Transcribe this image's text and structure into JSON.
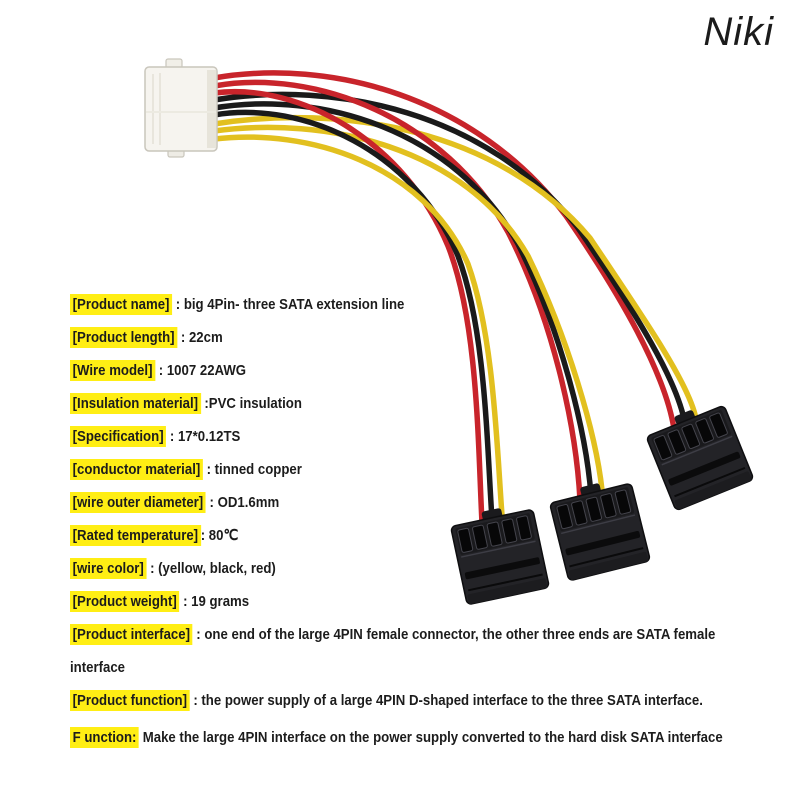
{
  "brand": "Niki",
  "specs": [
    {
      "label": "[Product name]",
      "text": " : big 4Pin- three SATA extension line"
    },
    {
      "label": "[Product length]",
      "text": " : 22cm"
    },
    {
      "label": "[Wire model]",
      "text": " : 1007 22AWG"
    },
    {
      "label": "[Insulation material]",
      "text": " :PVC insulation"
    },
    {
      "label": "[Specification]",
      "text": " : 17*0.12TS"
    },
    {
      "label": "[conductor material]",
      "text": " : tinned copper"
    },
    {
      "label": "[wire outer diameter]",
      "text": " : OD1.6mm"
    },
    {
      "label": "[Rated temperature]",
      "text": ": 80℃"
    },
    {
      "label": "[wire color]",
      "text": " : (yellow, black, red)"
    },
    {
      "label": "[Product weight]",
      "text": " : 19 grams"
    },
    {
      "label": "[Product interface]",
      "text": " : one end of the large 4PIN female connector, the other three ends are SATA female interface"
    },
    {
      "label": "[Product function]",
      "text": " : the power supply of a large 4PIN D-shaped interface to the three SATA interface."
    },
    {
      "label": "F unction:",
      "text": " Make the large 4PIN interface on the power supply converted to the hard disk SATA interface"
    }
  ],
  "photo": {
    "parts": [
      "molex-4pin-female-connector",
      "wire-bundle-yellow-black-red",
      "sata-power-connector-1",
      "sata-power-connector-2",
      "sata-power-connector-3"
    ]
  },
  "colors": {
    "highlight": "#ffee14",
    "text": "#1c1c1c",
    "brand": "#1b1b1b",
    "wire_red": "#c8242b",
    "wire_black": "#1a1a1a",
    "wire_yellow": "#e2c01f",
    "connector_body": "#232327",
    "connector_slot": "#070708",
    "molex_shell": "#f6f4ef"
  }
}
